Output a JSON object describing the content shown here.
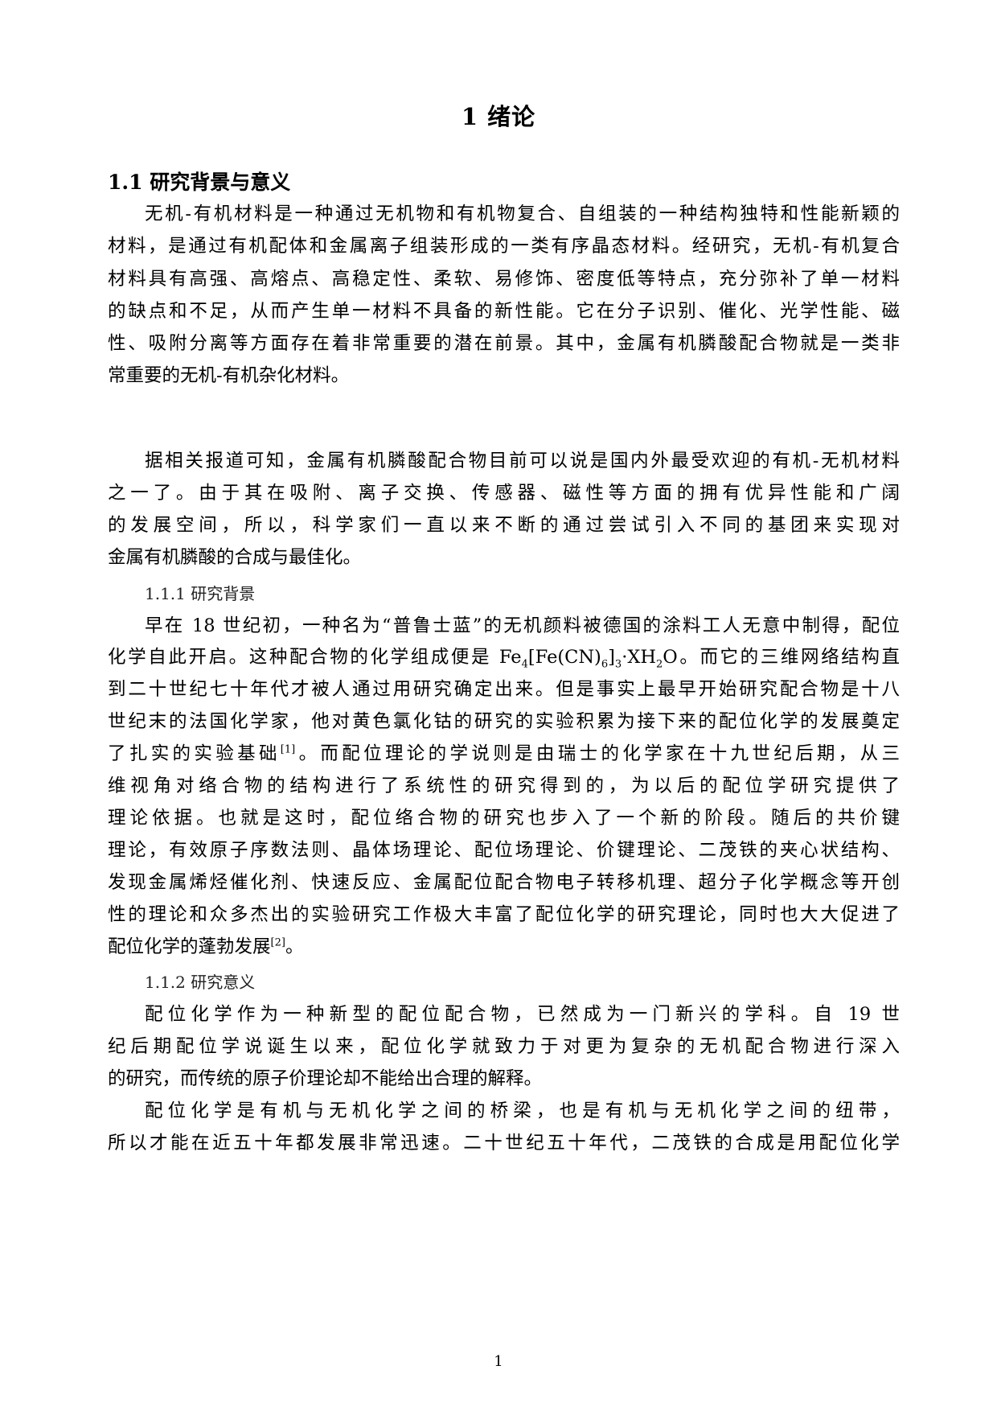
{
  "chapter": {
    "title": "1  绪论"
  },
  "section": {
    "title": "1.1  研究背景与意义"
  },
  "paragraphs": {
    "p1": [
      "无机-有机材料是一种通过无机物和有机物复合、自组装的一种结构独特和性能新颖的",
      "材料，是通过有机配体和金属离子组装形成的一类有序晶态材料。经研究，无机-有机复合",
      "材料具有高强、高熔点、高稳定性、柔软、易修饰、密度低等特点，充分弥补了单一材料",
      "的缺点和不足，从而产生单一材料不具备的新性能。它在分子识别、催化、光学性能、磁",
      "性、吸附分离等方面存在着非常重要的潜在前景。其中，金属有机膦酸配合物就是一类非",
      "常重要的无机-有机杂化材料。"
    ],
    "p2": [
      "据相关报道可知，金属有机膦酸配合物目前可以说是国内外最受欢迎的有机-无机材料",
      "之一了。由于其在吸附、离子交换、传感器、磁性等方面的拥有优异性能和广阔",
      "的发展空间，所以，科学家们一直以来不断的通过尝试引入不同的基团来实现对",
      "金属有机膦酸的合成与最佳化。"
    ],
    "sub1_title": "1.1.1  研究背景",
    "p3": [
      "早在 18 世纪初，一种名为“普鲁士蓝”的无机颜料被德国的涂料工人无意中制得，配位",
      "化学自此开启。这种配合物的化学组成便是",
      "。而它的三维网络结构直",
      "到二十世纪七十年代才被人通过用研究确定出来。但是事实上最早开始研究配合物是十八",
      "世纪末的法国化学家，他对黄色氯化钴的研究的实验积累为接下来的配位化学的发展奠定",
      "了扎实的实验基础",
      "。而配位理论的学说则是由瑞士的化学家在十九世纪后期，从三",
      "维视角对络合物的结构进行了系统性的研究得到的，为以后的配位学研究提供了",
      "理论依据。也就是这时，配位络合物的研究也步入了一个新的阶段。随后的共价键",
      "理论，有效原子序数法则、晶体场理论、配位场理论、价键理论、二茂铁的夹心状结构、",
      "发现金属烯烃催化剂、快速反应、金属配位配合物电子转移机理、超分子化学概念等开创",
      "性的理论和众多杰出的实验研究工作极大丰富了配位化学的研究理论，同时也大大促进了",
      "配位化学的蓬勃发展",
      "。"
    ],
    "formula": {
      "fe": "Fe",
      "n4": "4",
      "mid": "[Fe(CN)",
      "n6": "6",
      "br": "]",
      "n3": "3",
      "dot": "·XH",
      "n2": "2",
      "o": "O"
    },
    "refs": {
      "r1": "[1]",
      "r2": "[2]"
    },
    "sub2_title": "1.1.2  研究意义",
    "p4": [
      "配位化学作为一种新型的配位配合物，已然成为一门新兴的学科。自 19 世",
      "纪后期配位学说诞生以来，配位化学就致力于对更为复杂的无机配合物进行深入",
      "的研究，而传统的原子价理论却不能给出合理的解释。"
    ],
    "p5": [
      "配位化学是有机与无机化学之间的桥梁，也是有机与无机化学之间的纽带，",
      "所以才能在近五十年都发展非常迅速。二十世纪五十年代，二茂铁的合成是用配位化学"
    ]
  },
  "footer": {
    "page_number": "1"
  }
}
